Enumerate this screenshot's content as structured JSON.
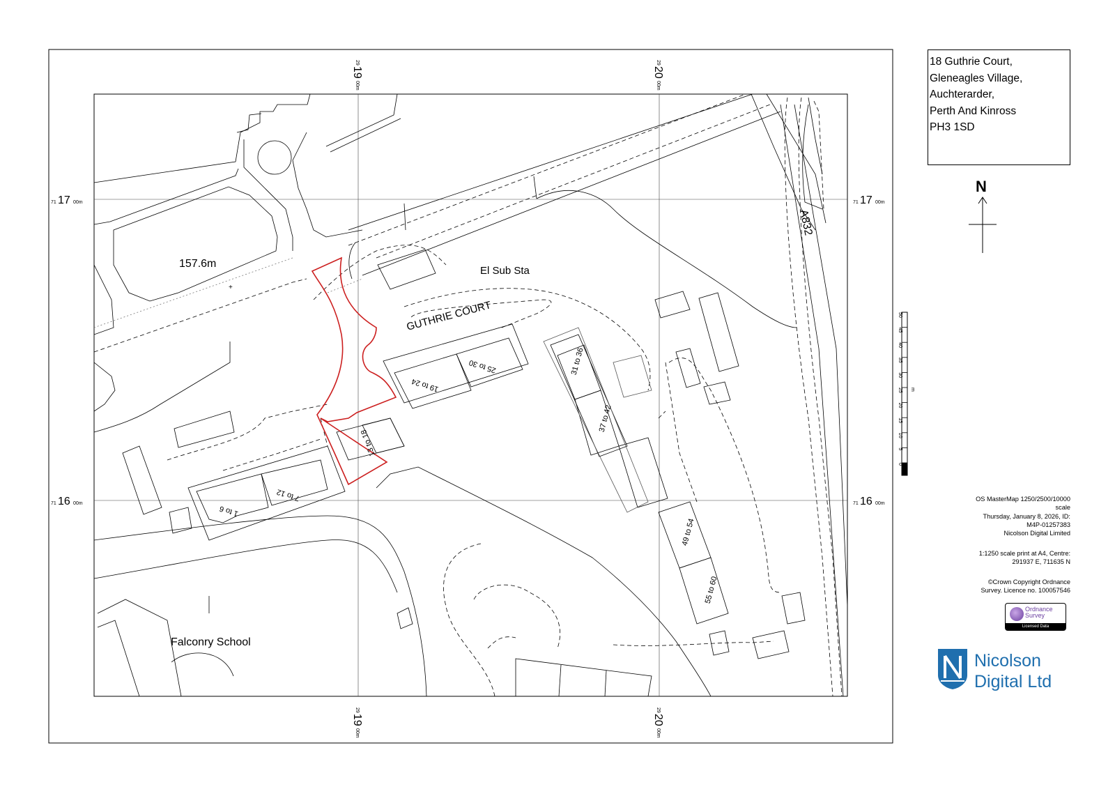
{
  "address": {
    "lines": [
      "18 Guthrie Court,",
      "Gleneagles Village,",
      "Auchterarder,",
      "Perth And Kinross",
      "PH3 1SD"
    ]
  },
  "north_label": "N",
  "grid": {
    "top": [
      {
        "prefix": "29",
        "major": "19",
        "suffix": "00m"
      },
      {
        "prefix": "29",
        "major": "20",
        "suffix": "00m"
      }
    ],
    "left": [
      {
        "prefix": "71",
        "major": "17",
        "suffix": "00m"
      },
      {
        "prefix": "71",
        "major": "16",
        "suffix": "00m"
      }
    ]
  },
  "map_labels": {
    "height": "157.6m",
    "substation": "El Sub Sta",
    "street": "GUTHRIE COURT",
    "road": "A832",
    "school": "Falconry School",
    "blocks": [
      "1 to 6",
      "7 to 12",
      "13 to 18",
      "19 to 24",
      "25 to 30",
      "31 to 36",
      "37 to 42",
      "49 to 54",
      "55 to 60"
    ]
  },
  "scale_bar": {
    "ticks": [
      "50",
      "45",
      "40",
      "35",
      "30",
      "25",
      "20",
      "15",
      "10",
      "5",
      "0"
    ],
    "unit": "m"
  },
  "info": {
    "map_lines": [
      "OS MasterMap 1250/2500/10000",
      "scale",
      "Thursday, January 8, 2026, ID:",
      "M4P-01257383",
      "Nicolson Digital Limited"
    ],
    "print_lines": [
      "1:1250 scale print at A4, Centre:",
      "291937 E, 711635 N"
    ],
    "copyright_lines": [
      "©Crown Copyright Ordnance",
      "Survey. Licence no. 100057546"
    ]
  },
  "os_badge": {
    "line1": "Ordnance",
    "line2": "Survey",
    "strip": "Licensed Data"
  },
  "company": {
    "line1": "Nicolson",
    "line2": "Digital Ltd"
  },
  "colors": {
    "boundary": "#cc1f1f",
    "brand": "#1f6fae",
    "os_purple": "#6b3fa0"
  }
}
